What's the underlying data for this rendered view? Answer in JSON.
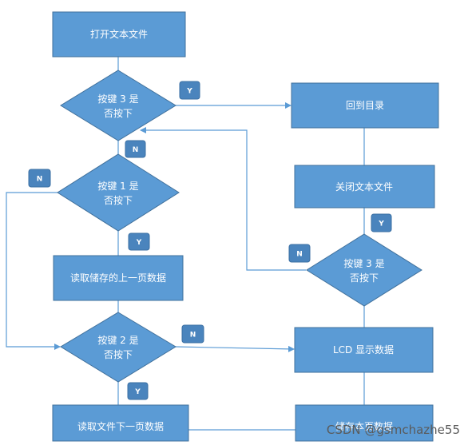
{
  "colors": {
    "node_fill": "#5b9bd5",
    "node_stroke": "#41719c",
    "line": "#5b9bd5",
    "tag_fill": "#4a84bd",
    "text": "#ffffff",
    "watermark": "#5a5a5a"
  },
  "nodes": {
    "open_file": "打开文本文件",
    "key3_top_l1": "按键 3 是",
    "key3_top_l2": "否按下",
    "back_menu": "回到目录",
    "key1_l1": "按键 1 是",
    "key1_l2": "否按下",
    "close_file": "关闭文本文件",
    "read_prev": "读取储存的上一页数据",
    "key3_right_l1": "按键 3 是",
    "key3_right_l2": "否按下",
    "key2_l1": "按键 2 是",
    "key2_l2": "否按下",
    "lcd_show": "LCD 显示数据",
    "read_next": "读取文件下一页数据",
    "save_page": "储存本页数据"
  },
  "tags": {
    "key3_yes": "Y",
    "key3_no": "N",
    "key1_no": "N",
    "key1_yes": "Y",
    "key2_no": "N",
    "key2_yes": "Y",
    "right_key3_yes": "Y",
    "right_key3_no": "N"
  },
  "watermark": "CSDN @gsmchazhe55"
}
